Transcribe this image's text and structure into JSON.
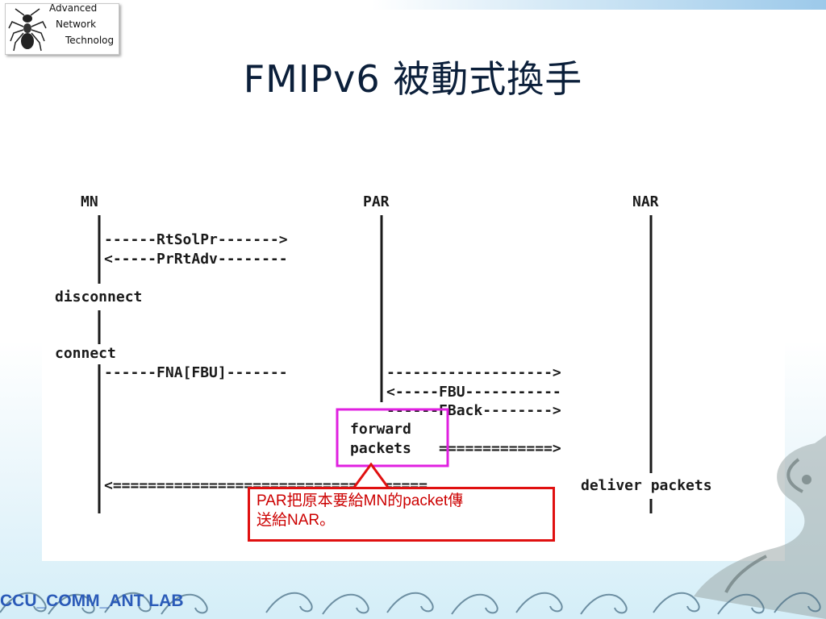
{
  "slide": {
    "title": "FMIPv6 被動式換手",
    "logo": {
      "line1": "Advanced",
      "line2": "Network",
      "line3": "Technolog"
    },
    "footer": "CCU_COMM_ANT LAB"
  },
  "diagram": {
    "nodes": {
      "mn": "MN",
      "par": "PAR",
      "nar": "NAR"
    },
    "messages": {
      "rtsolpr": "------RtSolPr------->",
      "prrtadv": "<-----PrRtAdv--------",
      "disconnect": "disconnect",
      "connect": "connect",
      "fna": "------FNA[FBU]-------",
      "fna_cont": "------------------->",
      "fbu": "<-----FBU-----------",
      "fback": "------FBack-------->",
      "forward1": "forward",
      "forward2": "packets",
      "forward_arrow": "=============>",
      "deliver_arrow": "<====================================",
      "deliver_label": "deliver packets"
    },
    "highlight_color": "#e020e0"
  },
  "annotation": {
    "line1": "PAR把原本要給MN的packet傳",
    "line2": "送給NAR。",
    "color": "#e01010"
  }
}
